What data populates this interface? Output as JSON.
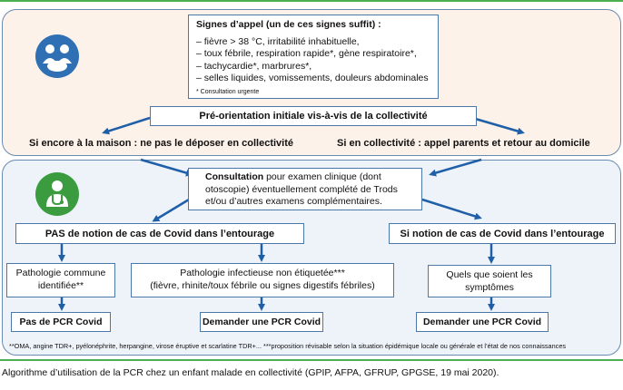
{
  "colors": {
    "frame_green": "#4caf50",
    "panel_top_bg": "#fdf2ea",
    "panel_bottom_bg": "#eef3fa",
    "box_border": "#4b78a8",
    "arrow": "#1f5fa8",
    "icon_blue": "#2f6fb3",
    "icon_green": "#3a9b3f"
  },
  "signs": {
    "title": "Signes d’appel (un de ces signes suffit) :",
    "items": [
      "fièvre > 38 °C, irritabilité inhabituelle,",
      "toux fébrile, respiration rapide*, gène respiratoire*,",
      "tachycardie*, marbrures*,",
      "selles liquides, vomissements, douleurs abdominales"
    ],
    "note": "* Consultation urgente"
  },
  "preorientation": "Pré-orientation initiale vis-à-vis de la collectivité",
  "home": "Si encore à la maison : ne pas le déposer en collectivité",
  "collectivity": "Si en collectivité : appel parents et retour au domicile",
  "consultation": {
    "bold": "Consultation",
    "text": " pour examen clinique (dont otoscopie) éventuellement complété de Trods et/ou d’autres examens complémentaires."
  },
  "no_covid": {
    "bold": "PAS",
    "text": " de notion de cas de Covid dans l’entourage"
  },
  "covid": "Si notion de cas de Covid dans l’entourage",
  "common": "Pathologie commune identifiée**",
  "infectious": {
    "line1": "Pathologie infectieuse non étiquetée***",
    "line2": "(fièvre, rhinite/toux fébrile ou signes digestifs fébriles)"
  },
  "whatever": "Quels que soient les symptômes",
  "no_pcr": "Pas de PCR Covid",
  "pcr_1": "Demander une PCR Covid",
  "pcr_2": "Demander une PCR Covid",
  "footnote": "**OMA, angine TDR+, pyélonéphrite, herpangine, virose éruptive et scarlatine TDR+...   ***proposition révisable selon la situation épidémique locale ou générale et l’état de nos connaissances",
  "caption": "Algorithme d’utilisation de la PCR chez un enfant malade en collectivité (GPIP, AFPA, GFRUP, GPGSE, 19 mai 2020).",
  "icons": {
    "top": "children-group-icon",
    "bottom": "doctor-stethoscope-icon"
  }
}
